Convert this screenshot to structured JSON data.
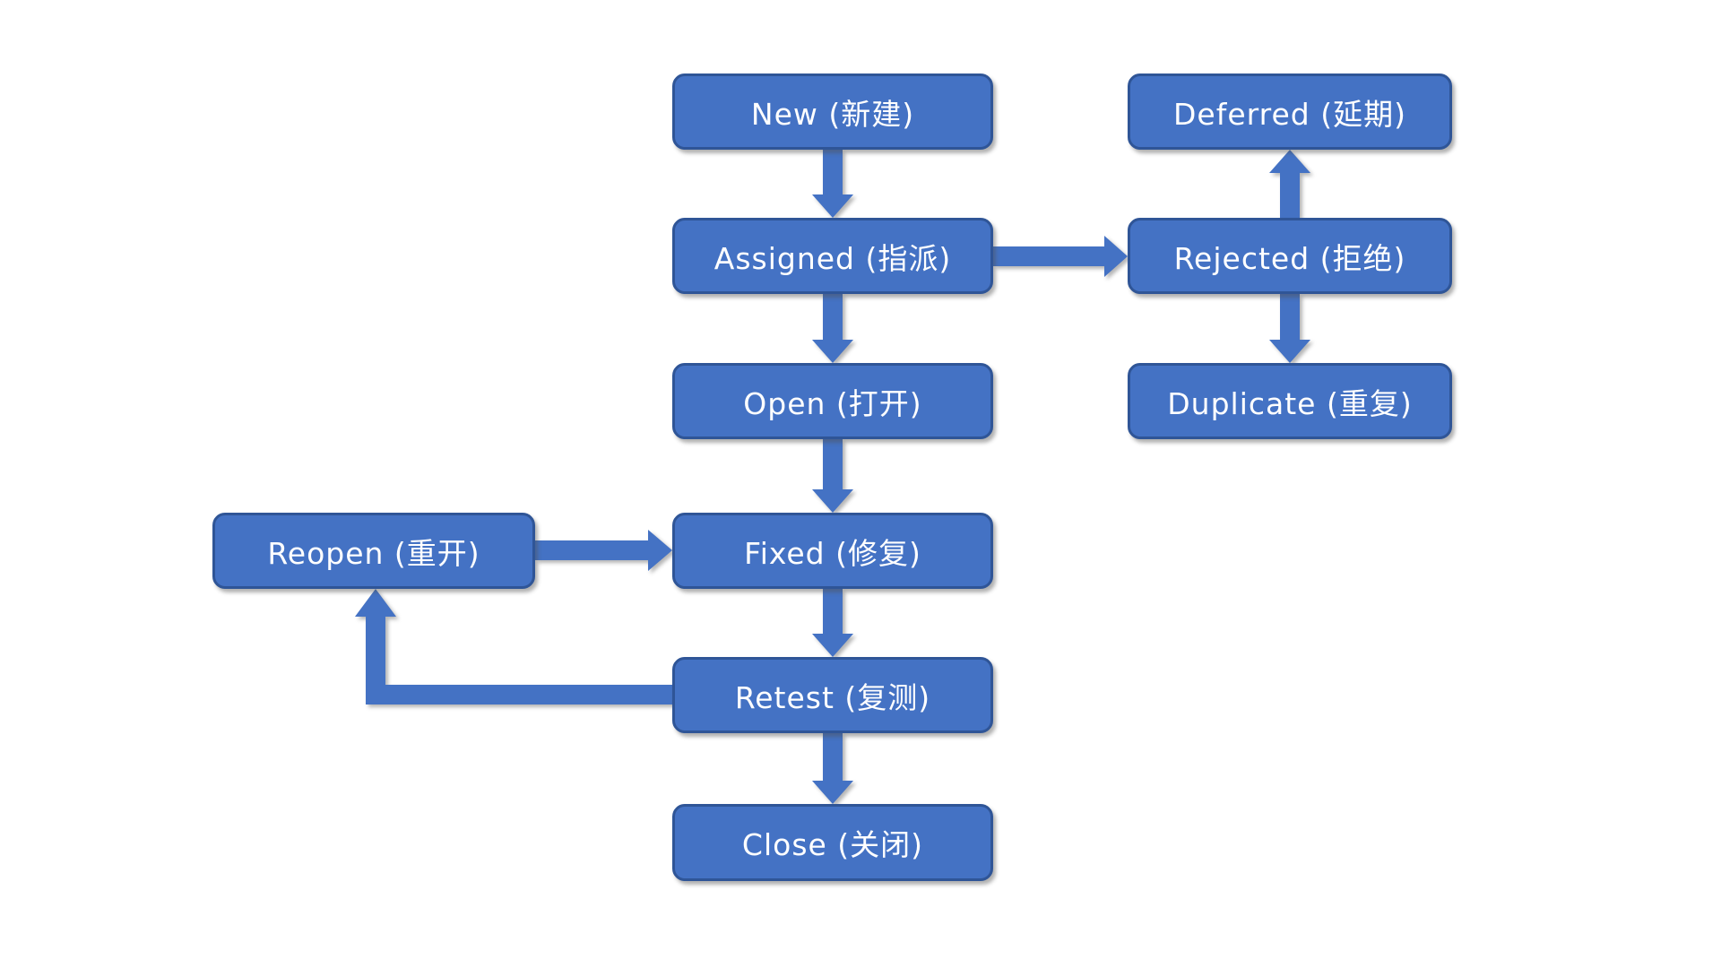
{
  "diagram": {
    "type": "flowchart",
    "subject": "Bug lifecycle workflow (English + Chinese labels)",
    "colors": {
      "node_fill": "#4472C4",
      "node_border": "#2F5597",
      "arrow_fill": "#4472C4",
      "text": "#FFFFFF",
      "background": "#FFFFFF"
    },
    "nodes": [
      {
        "id": "new",
        "label": "New (新建)"
      },
      {
        "id": "assigned",
        "label": "Assigned (指派)"
      },
      {
        "id": "open",
        "label": "Open (打开)"
      },
      {
        "id": "fixed",
        "label": "Fixed (修复)"
      },
      {
        "id": "retest",
        "label": "Retest (复测)"
      },
      {
        "id": "close",
        "label": "Close (关闭)"
      },
      {
        "id": "deferred",
        "label": "Deferred (延期)"
      },
      {
        "id": "rejected",
        "label": "Rejected (拒绝)"
      },
      {
        "id": "duplicate",
        "label": "Duplicate (重复)"
      },
      {
        "id": "reopen",
        "label": "Reopen (重开)"
      }
    ],
    "edges": [
      {
        "from": "new",
        "to": "assigned",
        "direction": "down"
      },
      {
        "from": "assigned",
        "to": "open",
        "direction": "down"
      },
      {
        "from": "assigned",
        "to": "rejected",
        "direction": "right"
      },
      {
        "from": "rejected",
        "to": "deferred",
        "direction": "up"
      },
      {
        "from": "rejected",
        "to": "duplicate",
        "direction": "down"
      },
      {
        "from": "open",
        "to": "fixed",
        "direction": "down"
      },
      {
        "from": "reopen",
        "to": "fixed",
        "direction": "right"
      },
      {
        "from": "fixed",
        "to": "retest",
        "direction": "down"
      },
      {
        "from": "retest",
        "to": "reopen",
        "direction": "left-then-up"
      },
      {
        "from": "retest",
        "to": "close",
        "direction": "down"
      }
    ]
  }
}
